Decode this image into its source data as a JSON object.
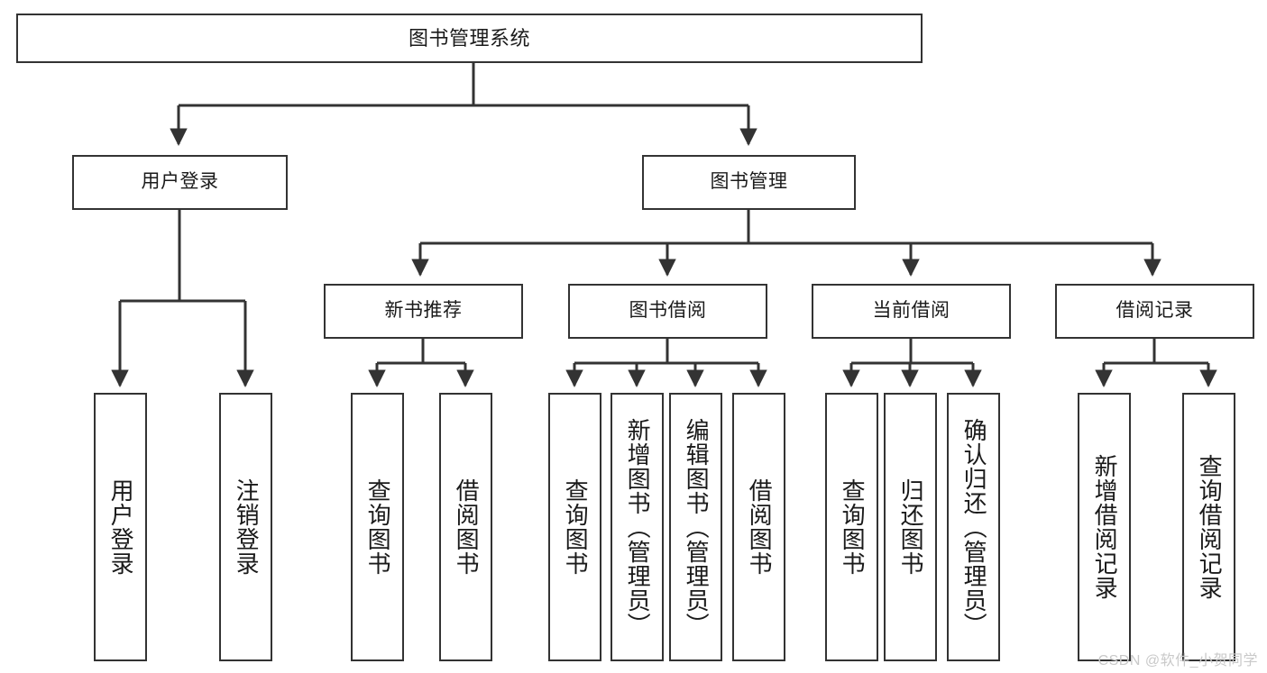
{
  "diagram": {
    "title": "图书管理系统",
    "type": "tree-hierarchy-diagram",
    "colors": {
      "stroke": "#333333",
      "fill": "#ffffff",
      "text": "#1a1a1a",
      "watermark": "#c9c9c9"
    },
    "root": {
      "label": "图书管理系统"
    },
    "level1": [
      {
        "label": "用户登录"
      },
      {
        "label": "图书管理"
      }
    ],
    "level2": [
      {
        "label": "新书推荐"
      },
      {
        "label": "图书借阅"
      },
      {
        "label": "当前借阅"
      },
      {
        "label": "借阅记录"
      }
    ],
    "leaves": {
      "user_login": [
        {
          "label": "用户登录"
        },
        {
          "label": "注销登录"
        }
      ],
      "new_book_recommend": [
        {
          "label": "查询图书"
        },
        {
          "label": "借阅图书"
        }
      ],
      "book_borrow": [
        {
          "label": "查询图书"
        },
        {
          "label": "新增图书（管理员）"
        },
        {
          "label": "编辑图书（管理员）"
        },
        {
          "label": "借阅图书"
        }
      ],
      "current_borrow": [
        {
          "label": "查询图书"
        },
        {
          "label": "归还图书"
        },
        {
          "label": "确认归还（管理员）"
        }
      ],
      "borrow_record": [
        {
          "label": "新增借阅记录"
        },
        {
          "label": "查询借阅记录"
        }
      ]
    }
  },
  "watermark": {
    "text": "CSDN @软件_小贺同学"
  }
}
